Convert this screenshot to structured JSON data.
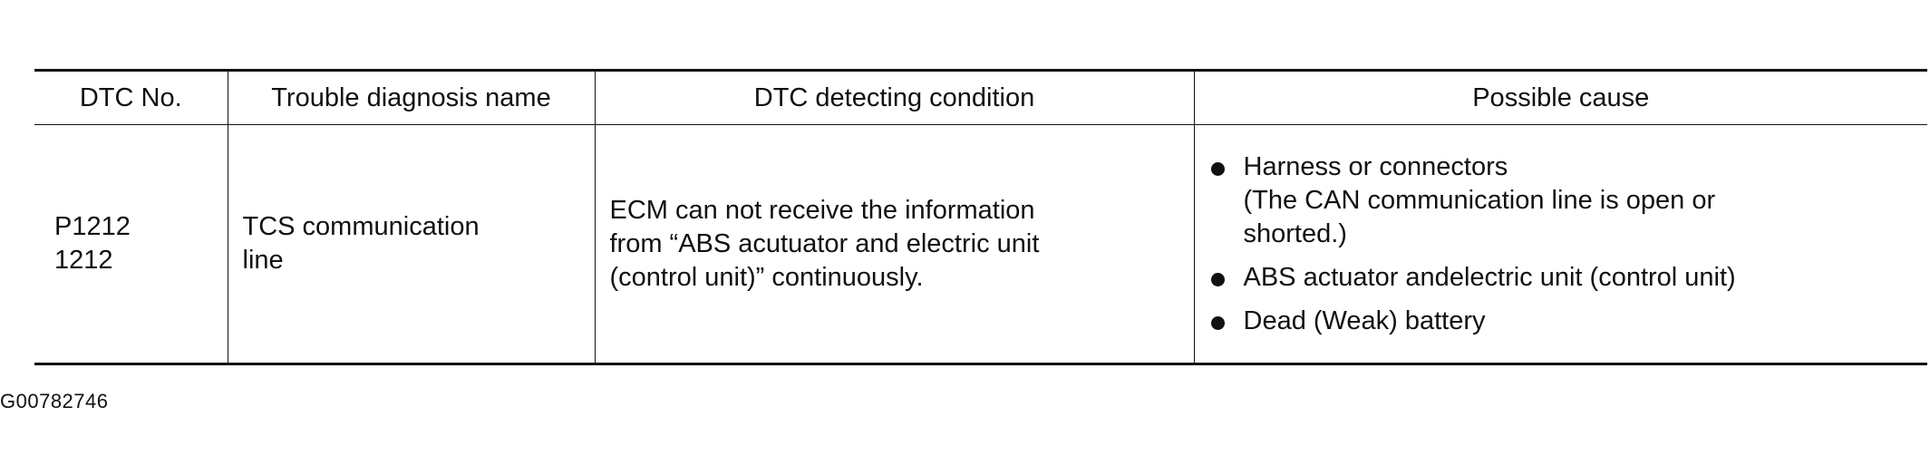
{
  "table": {
    "headers": [
      "DTC No.",
      "Trouble diagnosis name",
      "DTC detecting condition",
      "Possible cause"
    ],
    "row": {
      "dtc_no": [
        "P1212",
        "1212"
      ],
      "diagnosis_name": [
        "TCS communication",
        "line"
      ],
      "detecting_condition": [
        "ECM can not receive the information",
        "from “ABS acutuator and electric unit",
        "(control unit)” continuously."
      ],
      "possible_causes": [
        {
          "lines": [
            "Harness or connectors",
            "(The CAN communication line is open or",
            "shorted.)"
          ]
        },
        {
          "lines": [
            "ABS actuator andelectric unit (control unit)"
          ]
        },
        {
          "lines": [
            "Dead (Weak) battery"
          ]
        }
      ]
    }
  },
  "figure_id": "G00782746"
}
